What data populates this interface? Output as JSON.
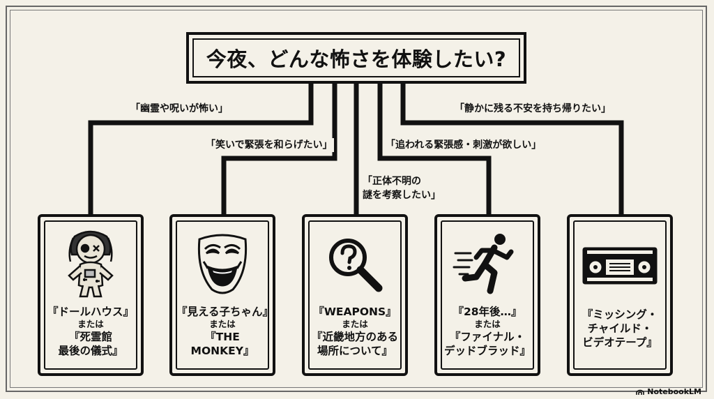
{
  "title": "今夜、どんな怖さを体験したい?",
  "options": [
    {
      "label_lines": [
        "「幽霊や呪いが怖い」"
      ],
      "icon": "voodoo-doll-icon",
      "primary_lines": [
        "『ドールハウス』"
      ],
      "or_text": "または",
      "secondary_lines": [
        "『死霊館",
        "最後の儀式』"
      ]
    },
    {
      "label_lines": [
        "「笑いで緊張を和らげたい」"
      ],
      "icon": "comedy-mask-icon",
      "primary_lines": [
        "『見える子ちゃん』"
      ],
      "or_text": "または",
      "secondary_lines": [
        "『THE MONKEY』"
      ]
    },
    {
      "label_lines": [
        "「正体不明の",
        "謎を考察したい」"
      ],
      "icon": "magnifier-question-icon",
      "primary_lines": [
        "『WEAPONS』"
      ],
      "or_text": "または",
      "secondary_lines": [
        "『近畿地方のある",
        "場所について』"
      ]
    },
    {
      "label_lines": [
        "「追われる緊張感・刺激が欲しい」"
      ],
      "icon": "running-person-icon",
      "primary_lines": [
        "『28年後…』"
      ],
      "or_text": "または",
      "secondary_lines": [
        "『ファイナル・",
        "デッドブラッド』"
      ]
    },
    {
      "label_lines": [
        "「静かに残る不安を持ち帰りたい」"
      ],
      "icon": "vhs-tape-icon",
      "primary_lines": [
        "『ミッシング・",
        "チャイルド・",
        "ビデオテープ』"
      ],
      "or_text": "",
      "secondary_lines": []
    }
  ],
  "watermark": "NotebookLM",
  "colors": {
    "background": "#f4f1e8",
    "ink": "#111111"
  }
}
